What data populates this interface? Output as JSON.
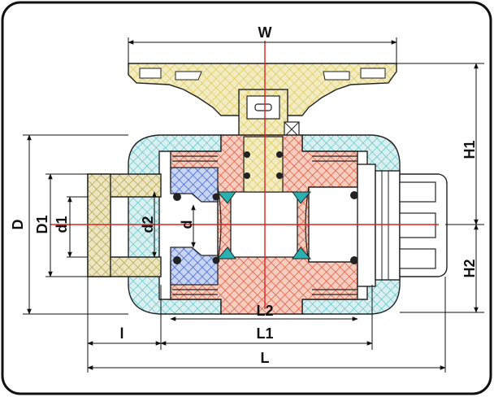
{
  "labels": {
    "W": "W",
    "H1": "H1",
    "H2": "H2",
    "D": "D",
    "D1": "D1",
    "d1": "d1",
    "d2": "d2",
    "d": "d",
    "L2": "L2",
    "L1": "L1",
    "l": "l",
    "L": "L"
  },
  "colors": {
    "handle": "#e8d86a",
    "body": "#6ac8c8",
    "socket": "#e04030",
    "ball_seat": "#3a5fc8",
    "pipe_end": "#c0b060",
    "union_nut": "#d8d8d8",
    "centerline": "#e02020"
  }
}
